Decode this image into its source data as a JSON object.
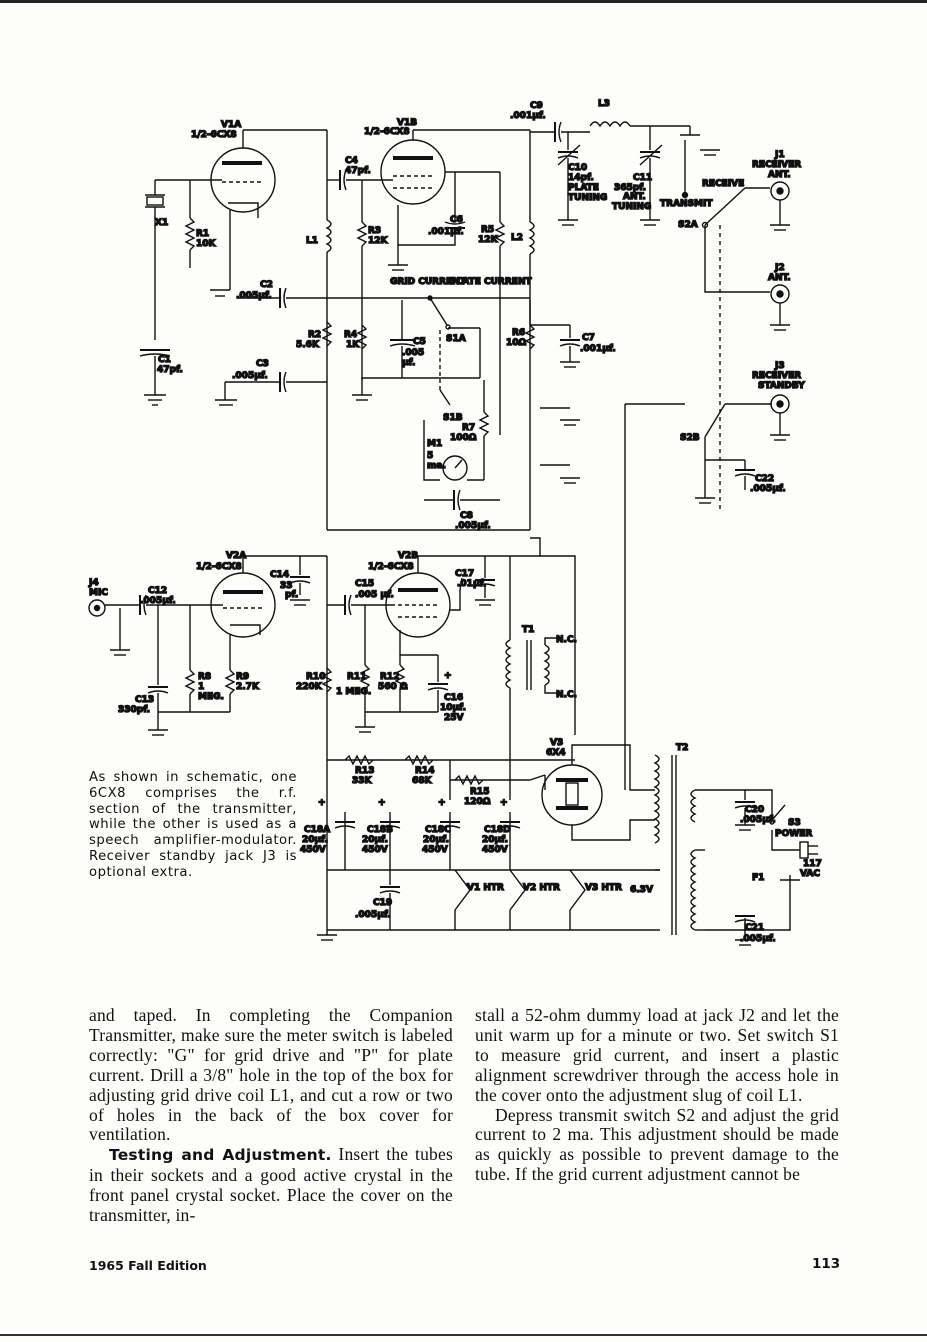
{
  "schematic": {
    "tubes": {
      "v1a": {
        "ref": "V1A",
        "type": "1/2-6CX8"
      },
      "v1b": {
        "ref": "V1B",
        "type": "1/2-6CX8"
      },
      "v2a": {
        "ref": "V2A",
        "type": "1/2-6CX8"
      },
      "v2b": {
        "ref": "V2B",
        "type": "1/2-6CX8"
      },
      "v3": {
        "ref": "V3",
        "type": "6X4"
      }
    },
    "resistors": {
      "r1": {
        "ref": "R1",
        "value": "10K"
      },
      "r2": {
        "ref": "R2",
        "value": "5.6K"
      },
      "r3": {
        "ref": "R3",
        "value": "12K"
      },
      "r4": {
        "ref": "R4",
        "value": "1K"
      },
      "r5": {
        "ref": "R5",
        "value": "12K"
      },
      "r6": {
        "ref": "R6",
        "value": "10Ω"
      },
      "r7": {
        "ref": "R7",
        "value": "100Ω"
      },
      "r8": {
        "ref": "R8",
        "value": "1 MEG."
      },
      "r9": {
        "ref": "R9",
        "value": "2.7K"
      },
      "r10": {
        "ref": "R10",
        "value": "220K"
      },
      "r11": {
        "ref": "R11",
        "value": "1 MEG."
      },
      "r12": {
        "ref": "R12",
        "value": "560 Ω"
      },
      "r13": {
        "ref": "R13",
        "value": "33K"
      },
      "r14": {
        "ref": "R14",
        "value": "68K"
      },
      "r15": {
        "ref": "R15",
        "value": "120Ω"
      }
    },
    "capacitors": {
      "c1": {
        "ref": "C1",
        "value": "47pf."
      },
      "c2": {
        "ref": "C2",
        "value": ".005μf."
      },
      "c3": {
        "ref": "C3",
        "value": ".005μf."
      },
      "c4": {
        "ref": "C4",
        "value": "47pf."
      },
      "c5": {
        "ref": "C5",
        "value": ".005 μf."
      },
      "c6": {
        "ref": "C6",
        "value": ".001μf."
      },
      "c7": {
        "ref": "C7",
        "value": ".001μf."
      },
      "c8": {
        "ref": "C8",
        "value": ".005μf."
      },
      "c9": {
        "ref": "C9",
        "value": ".001μf."
      },
      "c10": {
        "ref": "C10",
        "value": "14pf.",
        "note": "PLATE TUNING"
      },
      "c11": {
        "ref": "C11",
        "value": "365pf.",
        "note": "ANT. TUNING"
      },
      "c12": {
        "ref": "C12",
        "value": ".005μf."
      },
      "c13": {
        "ref": "C13",
        "value": "330pf."
      },
      "c14": {
        "ref": "C14",
        "value": "33 pf."
      },
      "c15": {
        "ref": "C15",
        "value": ".005 μf."
      },
      "c16": {
        "ref": "C16",
        "value": "10μf. 25V"
      },
      "c17": {
        "ref": "C17",
        "value": ".01μf."
      },
      "c18a": {
        "ref": "C18A",
        "value": "20μf. 450V"
      },
      "c18b": {
        "ref": "C18B",
        "value": "20μf. 450V"
      },
      "c18c": {
        "ref": "C18C",
        "value": "20μf. 450V"
      },
      "c18d": {
        "ref": "C18D",
        "value": "20μf. 450V"
      },
      "c19": {
        "ref": "C19",
        "value": ".005μf."
      },
      "c20": {
        "ref": "C20",
        "value": ".005μf."
      },
      "c21": {
        "ref": "C21",
        "value": ".005μf."
      },
      "c22": {
        "ref": "C22",
        "value": ".005μf."
      }
    },
    "misc": {
      "l1": "L1",
      "l2": "L2",
      "l3": "L3",
      "x1": "X1",
      "t1": "T1",
      "t2": "T2",
      "m1": "M1",
      "m1_range": "5 ma.",
      "f1": "F1",
      "s1a": "S1A",
      "s1b": "S1B",
      "s2a": "S2A",
      "s2b": "S2B",
      "s3": "S3",
      "s3_label": "POWER",
      "ac": "117 VAC",
      "nc": "N.C.",
      "grid_current": "GRID CURRENT",
      "plate_current": "PLATE CURRENT",
      "receive": "RECEIVE",
      "transmit": "TRANSMIT",
      "j1": "J1",
      "j1_label": "RECEIVER ANT.",
      "j2": "J2",
      "j2_label": "ANT.",
      "j3": "J3",
      "j3_label": "RECEIVER STANDBY",
      "j4": "J4",
      "j4_label": "MIC",
      "htr_v1": "V1 HTR",
      "htr_v2": "V2 HTR",
      "htr_v3": "V3 HTR",
      "v63": "6.3V"
    }
  },
  "caption": "As shown in schematic, one 6CX8 comprises the r.f. section of the transmitter, while the other is used as a speech amplifier-modulator. Receiver standby jack J3 is optional extra.",
  "body": {
    "left_para1": "and taped. In completing the Companion Transmitter, make sure the meter switch is labeled correctly: \"G\" for grid drive and \"P\" for plate current. Drill a 3/8\" hole in the top of the box for adjusting grid drive coil L1, and cut a row or two of holes in the back of the box cover for ventilation.",
    "left_heading": "Testing and Adjustment.",
    "left_para2": "Insert the tubes in their sockets and a good active crystal in the front panel crystal socket. Place the cover on the transmitter, in-",
    "right_para1": "stall a 52-ohm dummy load at jack J2 and let the unit warm up for a minute or two. Set switch S1 to measure grid current, and insert a plastic alignment screwdriver through the access hole in the cover onto the adjustment slug of coil L1.",
    "right_para2": "Depress transmit switch S2 and adjust the grid current to 2 ma. This adjustment should be made as quickly as possible to prevent damage to the tube. If the grid current adjustment cannot be"
  },
  "footer": {
    "edition": "1965 Fall Edition",
    "page_number": "113"
  }
}
